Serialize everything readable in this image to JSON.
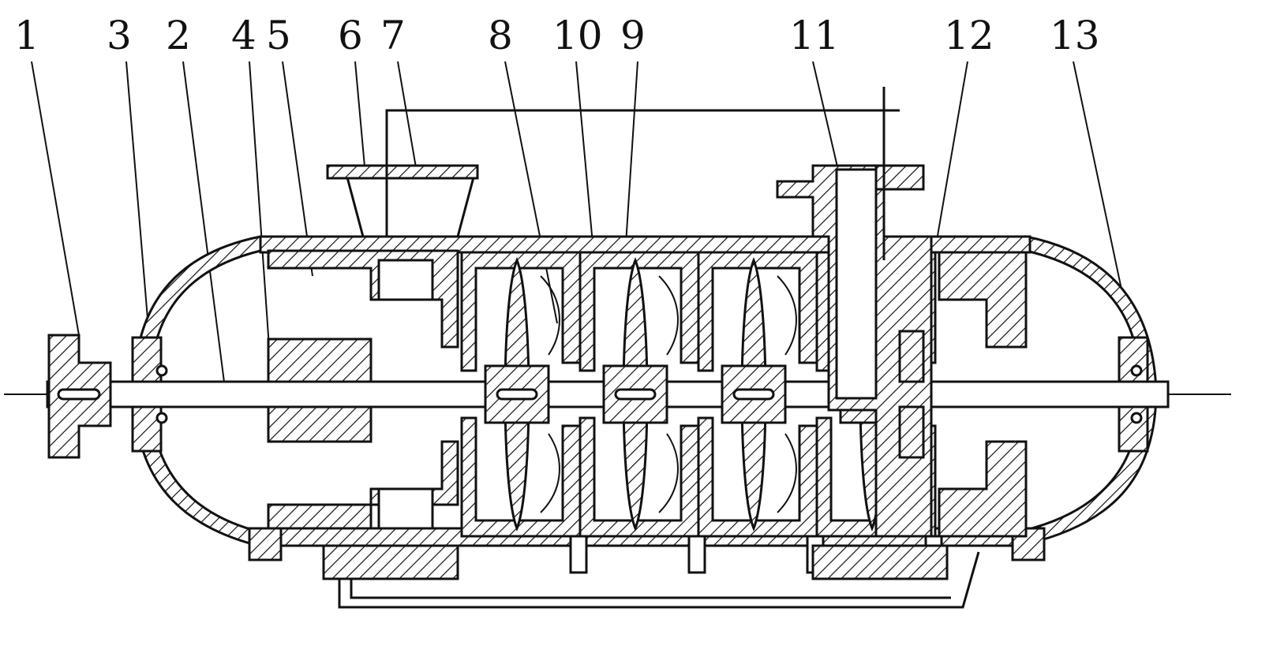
{
  "callouts": [
    {
      "id": "1"
    },
    {
      "id": "3"
    },
    {
      "id": "2"
    },
    {
      "id": "4"
    },
    {
      "id": "5"
    },
    {
      "id": "6"
    },
    {
      "id": "7"
    },
    {
      "id": "8"
    },
    {
      "id": "10"
    },
    {
      "id": "9"
    },
    {
      "id": "11"
    },
    {
      "id": "12"
    },
    {
      "id": "13"
    }
  ],
  "stage_count": 4
}
